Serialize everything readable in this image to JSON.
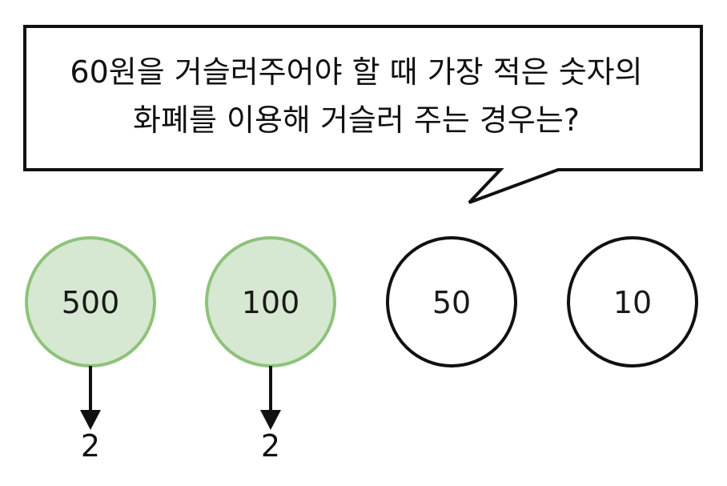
{
  "question": {
    "line1": "60원을 거슬러주어야 할 때 가장 적은 숫자의",
    "line2": "화폐를 이용해 거슬러 주는 경우는?"
  },
  "coins": [
    {
      "label": "500",
      "selected": true,
      "count": "2"
    },
    {
      "label": "100",
      "selected": true,
      "count": "2"
    },
    {
      "label": "50",
      "selected": false,
      "count": ""
    },
    {
      "label": "10",
      "selected": false,
      "count": ""
    }
  ],
  "colors": {
    "selected_fill": "#d6e8d2",
    "selected_stroke": "#8ec27a",
    "unselected_fill": "#ffffff",
    "unselected_stroke": "#111111",
    "arrow": "#111111"
  }
}
